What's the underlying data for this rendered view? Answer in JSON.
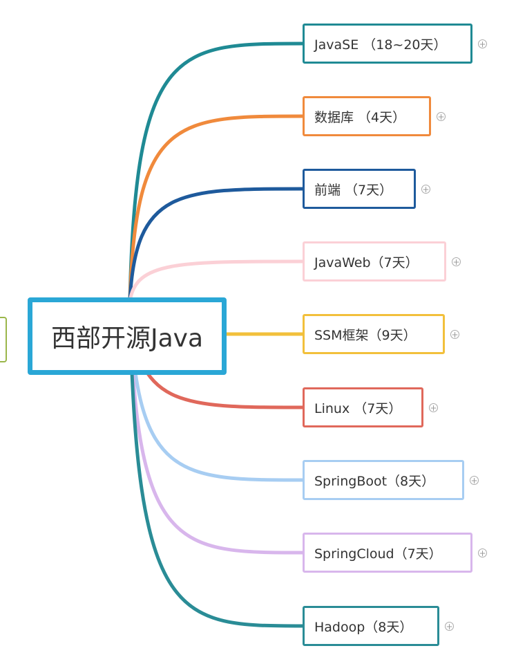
{
  "root": {
    "label": "西部开源Java",
    "color": "#2aa7d6"
  },
  "branches": [
    {
      "label": "JavaSE （18~20天）",
      "color": "#1f8a94"
    },
    {
      "label": "数据库 （4天）",
      "color": "#f08a3c"
    },
    {
      "label": "前端 （7天）",
      "color": "#1e5a9c"
    },
    {
      "label": "JavaWeb（7天）",
      "color": "#fbd0d6"
    },
    {
      "label": "SSM框架（9天）",
      "color": "#f2c03b"
    },
    {
      "label": "Linux （7天）",
      "color": "#e0685b"
    },
    {
      "label": "SpringBoot（8天）",
      "color": "#a7cdf2"
    },
    {
      "label": "SpringCloud（7天）",
      "color": "#d8b6ec"
    },
    {
      "label": "Hadoop（8天）",
      "color": "#2a8c96"
    }
  ],
  "expand_symbol": "+",
  "left_stub_color": "#9ab64a"
}
